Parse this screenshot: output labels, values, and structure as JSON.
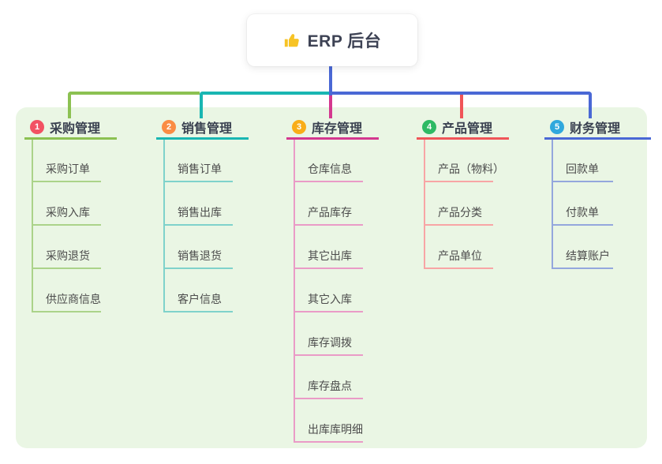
{
  "root": {
    "title": "ERP 后台",
    "icon": "thumbs-up-icon"
  },
  "branches": [
    {
      "badge": "1",
      "title": "采购管理",
      "badge_color": "#f25263",
      "line_color": "#8cc152",
      "child_line_color": "#abd389",
      "children": [
        "采购订单",
        "采购入库",
        "采购退货",
        "供应商信息"
      ]
    },
    {
      "badge": "2",
      "title": "销售管理",
      "badge_color": "#fa8c44",
      "line_color": "#19b6b2",
      "child_line_color": "#7fd2cb",
      "children": [
        "销售订单",
        "销售出库",
        "销售退货",
        "客户信息"
      ]
    },
    {
      "badge": "3",
      "title": "库存管理",
      "badge_color": "#f9ad18",
      "line_color": "#d4388f",
      "child_line_color": "#ea9bc7",
      "children": [
        "仓库信息",
        "产品库存",
        "其它出库",
        "其它入库",
        "库存调拨",
        "库存盘点",
        "出库库明细"
      ]
    },
    {
      "badge": "4",
      "title": "产品管理",
      "badge_color": "#2eba64",
      "line_color": "#f05558",
      "child_line_color": "#f8a5a5",
      "children": [
        "产品（物料）",
        "产品分类",
        "产品单位"
      ]
    },
    {
      "badge": "5",
      "title": "财务管理",
      "badge_color": "#30a8dd",
      "line_color": "#4a68d5",
      "child_line_color": "#94a7dd",
      "children": [
        "回款单",
        "付款单",
        "结算账户"
      ]
    }
  ],
  "palette": {
    "background": "#ffffff",
    "panel_background": "#eaf6e4",
    "root_card_background": "#ffffff",
    "root_stem_color": "#4a68d5",
    "title_text_color": "#3a4150",
    "child_text_color": "#4c4c4c",
    "thumb_icon_color": "#f7c325"
  }
}
